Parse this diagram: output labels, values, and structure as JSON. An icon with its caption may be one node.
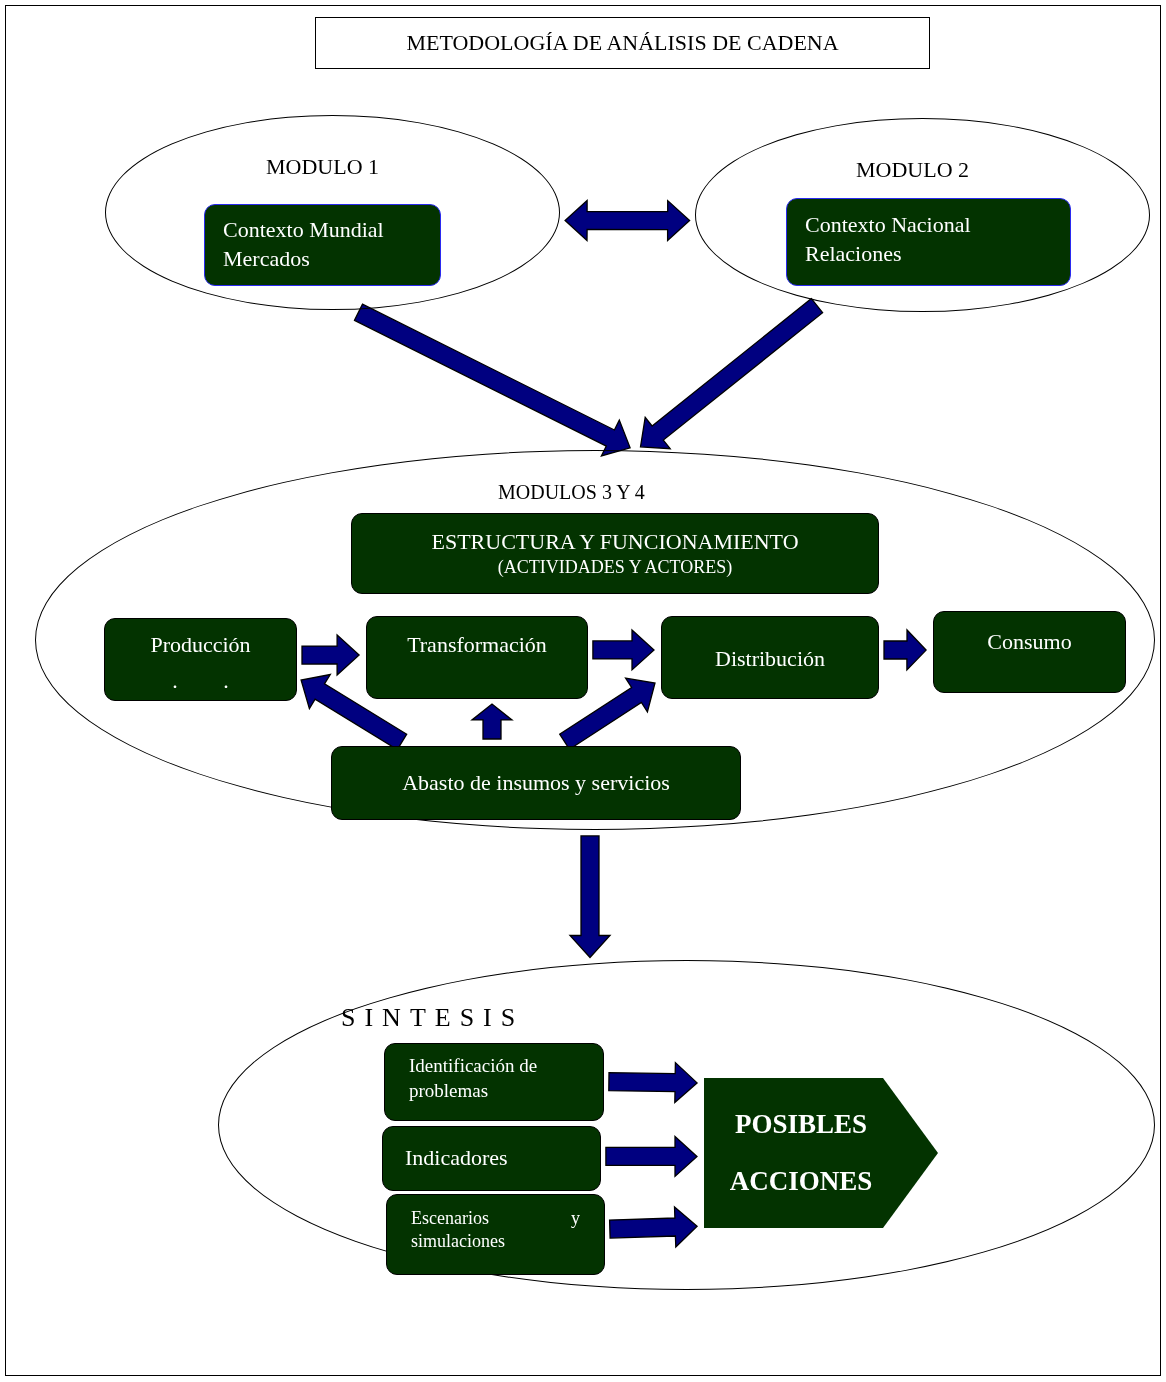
{
  "diagram": {
    "title": "METODOLOGÍA DE ANÁLISIS DE CADENA",
    "nodes": [
      {
        "text": [
          "MODULO 1"
        ]
      },
      {
        "text": [
          "Contexto Mundial Mercados"
        ],
        "in": 0
      },
      {
        "text": [
          "MODULO 2"
        ]
      },
      {
        "text": [
          "Contexto Nacional Relaciones"
        ],
        "in": 2
      },
      {
        "text": [
          "MODULOS 3 Y 4"
        ]
      },
      {
        "text": [
          "ESTRUCTURA Y FUNCIONAMIENTO",
          "(ACTIVIDADES Y ACTORES)"
        ],
        "in": 4
      },
      {
        "text": [
          "Producción",
          ". ."
        ],
        "in": 4
      },
      {
        "text": [
          "Transformación"
        ],
        "in": 4
      },
      {
        "text": [
          "Distribución"
        ],
        "in": 4
      },
      {
        "text": [
          "Consumo"
        ],
        "in": 4
      },
      {
        "text": [
          "Abasto de insumos y servicios"
        ],
        "in": 4
      },
      {
        "text": [
          "SINTESIS"
        ]
      },
      {
        "text": [
          "Identificación de problemas"
        ],
        "in": 11
      },
      {
        "text": [
          "Indicadores"
        ],
        "in": 11
      },
      {
        "text": [
          "Escenarios y simulaciones"
        ],
        "in": 11
      },
      {
        "text": [
          "POSIBLES ACCIONES"
        ],
        "in": 11
      }
    ],
    "edges": [
      {
        "from": 0,
        "to": 2,
        "arrow": "both"
      },
      {
        "from": 0,
        "to": 4,
        "arrow": "to"
      },
      {
        "from": 2,
        "to": 4,
        "arrow": "to"
      },
      {
        "from": 6,
        "to": 7,
        "arrow": "to"
      },
      {
        "from": 7,
        "to": 8,
        "arrow": "to"
      },
      {
        "from": 8,
        "to": 9,
        "arrow": "to"
      },
      {
        "from": 10,
        "to": 6,
        "arrow": "to"
      },
      {
        "from": 10,
        "to": 7,
        "arrow": "to"
      },
      {
        "from": 10,
        "to": 8,
        "arrow": "to"
      },
      {
        "from": 4,
        "to": 11,
        "arrow": "to"
      },
      {
        "from": 12,
        "to": 15,
        "arrow": "to"
      },
      {
        "from": 13,
        "to": 15,
        "arrow": "to"
      },
      {
        "from": 14,
        "to": 15,
        "arrow": "to"
      }
    ]
  }
}
